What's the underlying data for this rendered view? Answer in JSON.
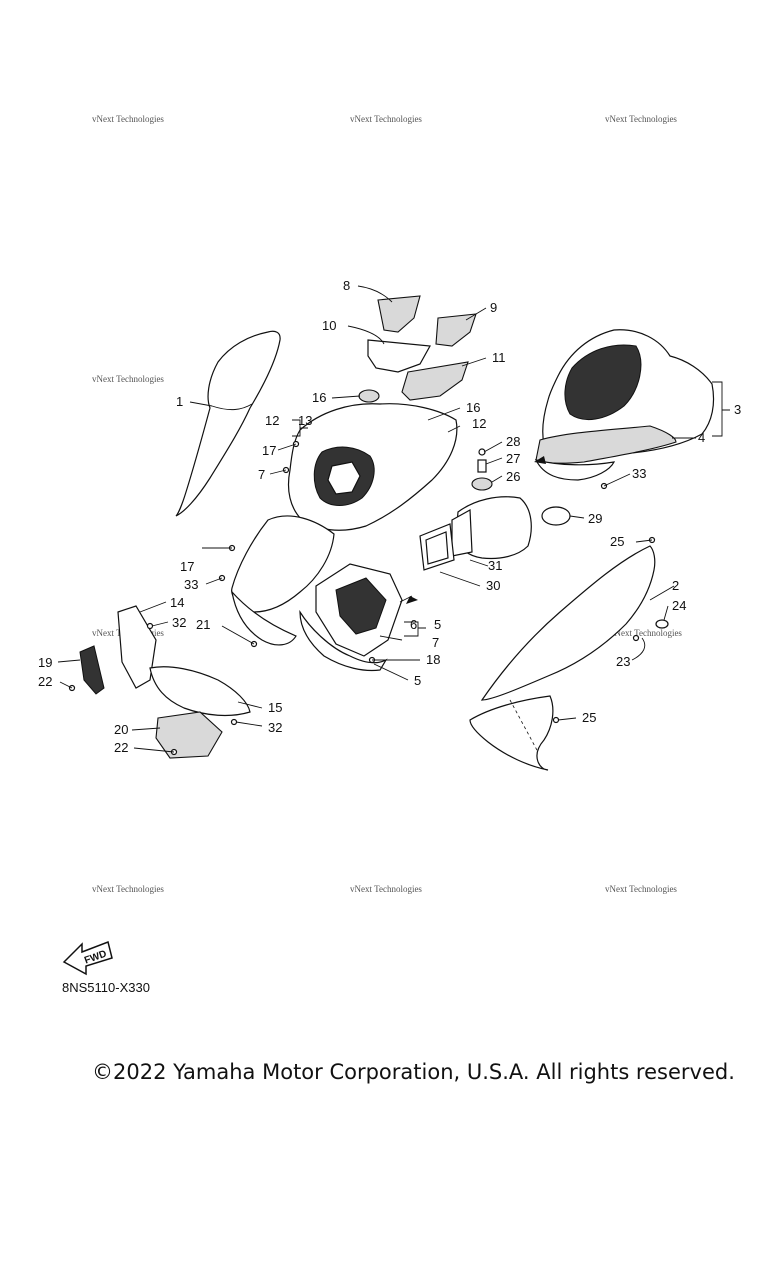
{
  "diagram_code": "8NS5110-X330",
  "copyright": "©2022 Yamaha Motor Corporation, U.S.A. All rights reserved.",
  "fwd_label": "FWD",
  "watermark_text": "vNext Technologies",
  "callouts": [
    "1",
    "2",
    "3",
    "4",
    "5",
    "5",
    "6",
    "7",
    "7",
    "8",
    "9",
    "10",
    "11",
    "12",
    "12",
    "13",
    "14",
    "15",
    "16",
    "16",
    "17",
    "17",
    "18",
    "19",
    "20",
    "21",
    "22",
    "22",
    "23",
    "24",
    "25",
    "25",
    "26",
    "27",
    "28",
    "29",
    "30",
    "31",
    "32",
    "32",
    "33",
    "33"
  ]
}
